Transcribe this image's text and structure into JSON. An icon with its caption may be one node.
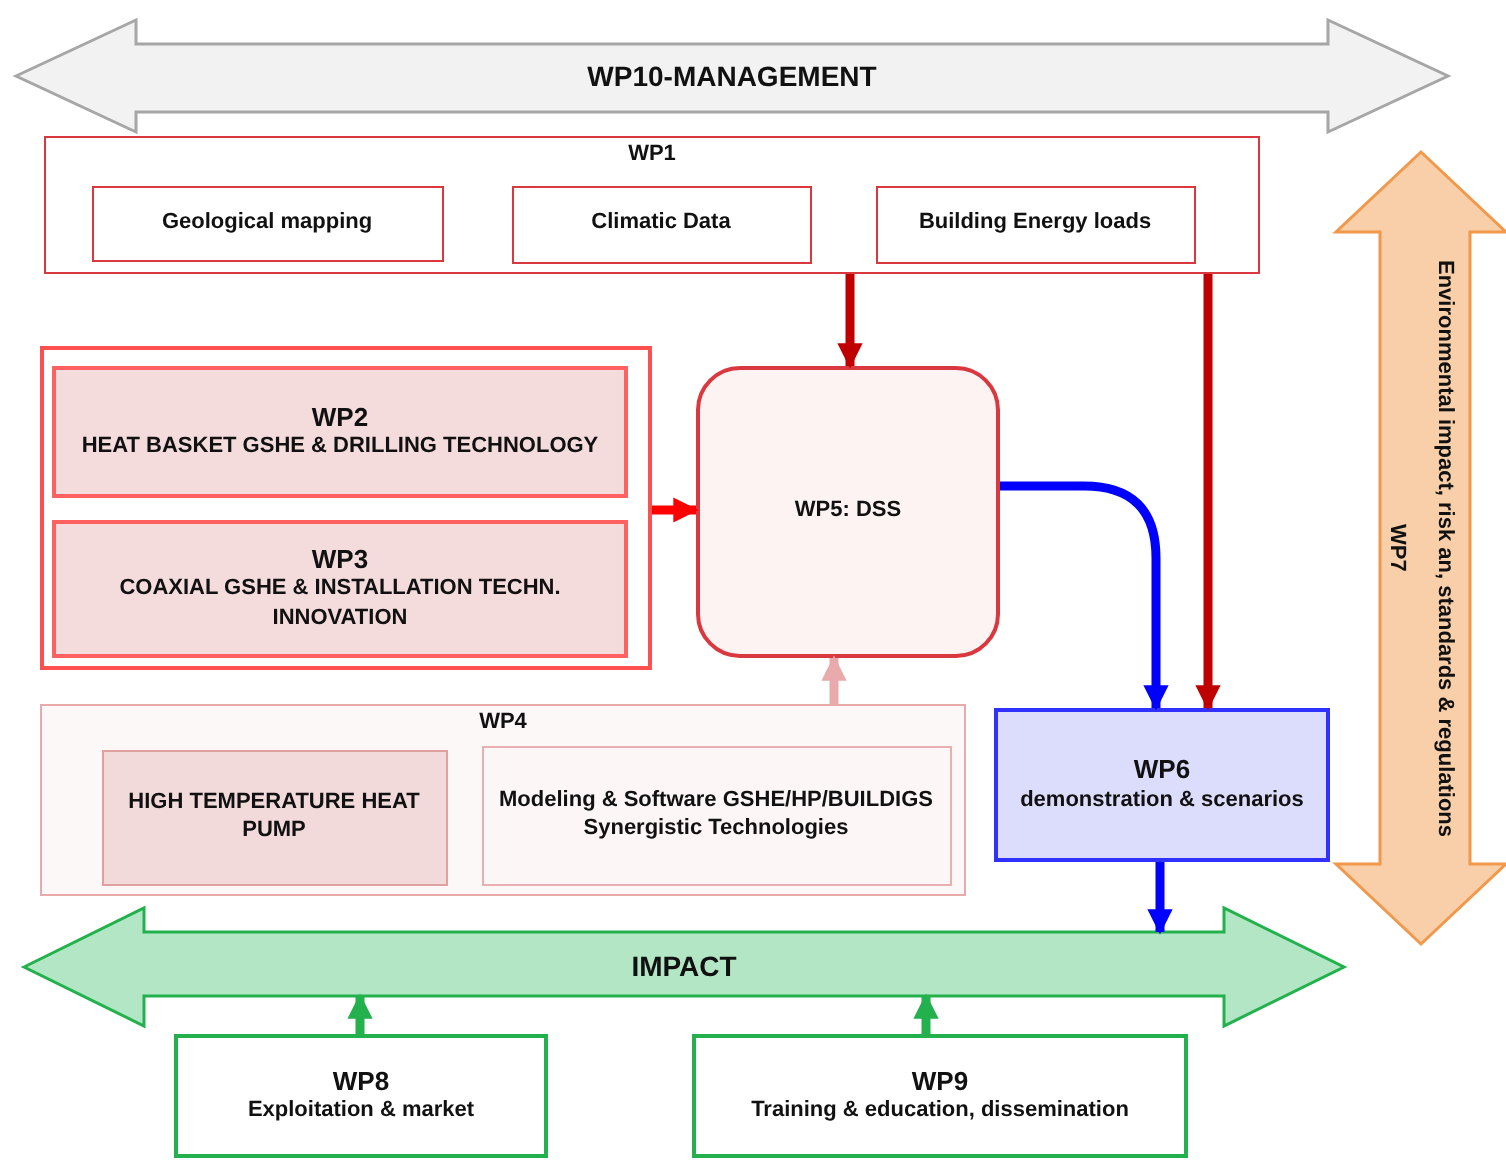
{
  "diagram": {
    "nodes": [
      {
        "text": [
          "WP10-MANAGEMENT"
        ]
      },
      {
        "text": [
          "WP1"
        ]
      },
      {
        "text": [
          "Geological mapping"
        ],
        "in": 1
      },
      {
        "text": [
          "Climatic Data"
        ],
        "in": 1
      },
      {
        "text": [
          "Building Energy loads"
        ],
        "in": 1
      },
      {
        "text": [
          "WP7",
          "Environmental impact, risk an, standards & regulations"
        ]
      },
      {
        "text": [],
        "shape": "box"
      },
      {
        "text": [
          "WP2",
          "HEAT BASKET GSHE & DRILLING TECHNOLOGY"
        ],
        "in": 6
      },
      {
        "text": [
          "WP3",
          "COAXIAL GSHE & INSTALLATION TECHN. INNOVATION"
        ],
        "in": 6
      },
      {
        "text": [
          "WP5: DSS"
        ]
      },
      {
        "text": [
          "WP4"
        ]
      },
      {
        "text": [
          "HIGH TEMPERATURE HEAT PUMP"
        ],
        "in": 10
      },
      {
        "text": [
          "Modeling & Software GSHE/HP/BUILDIGS Synergistic Technologies"
        ],
        "in": 10
      },
      {
        "text": [
          "WP6",
          "demonstration & scenarios"
        ]
      },
      {
        "text": [
          "IMPACT"
        ]
      },
      {
        "text": [
          "WP8",
          "Exploitation & market"
        ]
      },
      {
        "text": [
          "WP9",
          "Training & education, dissemination"
        ]
      }
    ],
    "edges": [
      {
        "from": 1,
        "to": 9,
        "arrow": "to",
        "color": "#c00000"
      },
      {
        "from": 6,
        "to": 9,
        "arrow": "to",
        "color": "#ff0000"
      },
      {
        "from": 10,
        "to": 9,
        "arrow": "to",
        "color": "#e8aaaa"
      },
      {
        "from": 9,
        "to": 13,
        "arrow": "to",
        "color": "#0000ff"
      },
      {
        "from": 1,
        "to": 13,
        "arrow": "to",
        "color": "#c00000"
      },
      {
        "from": 13,
        "to": 14,
        "arrow": "to",
        "color": "#0000ff"
      },
      {
        "from": 15,
        "to": 14,
        "arrow": "to",
        "color": "#22b14c"
      },
      {
        "from": 16,
        "to": 14,
        "arrow": "to",
        "color": "#22b14c"
      }
    ]
  }
}
